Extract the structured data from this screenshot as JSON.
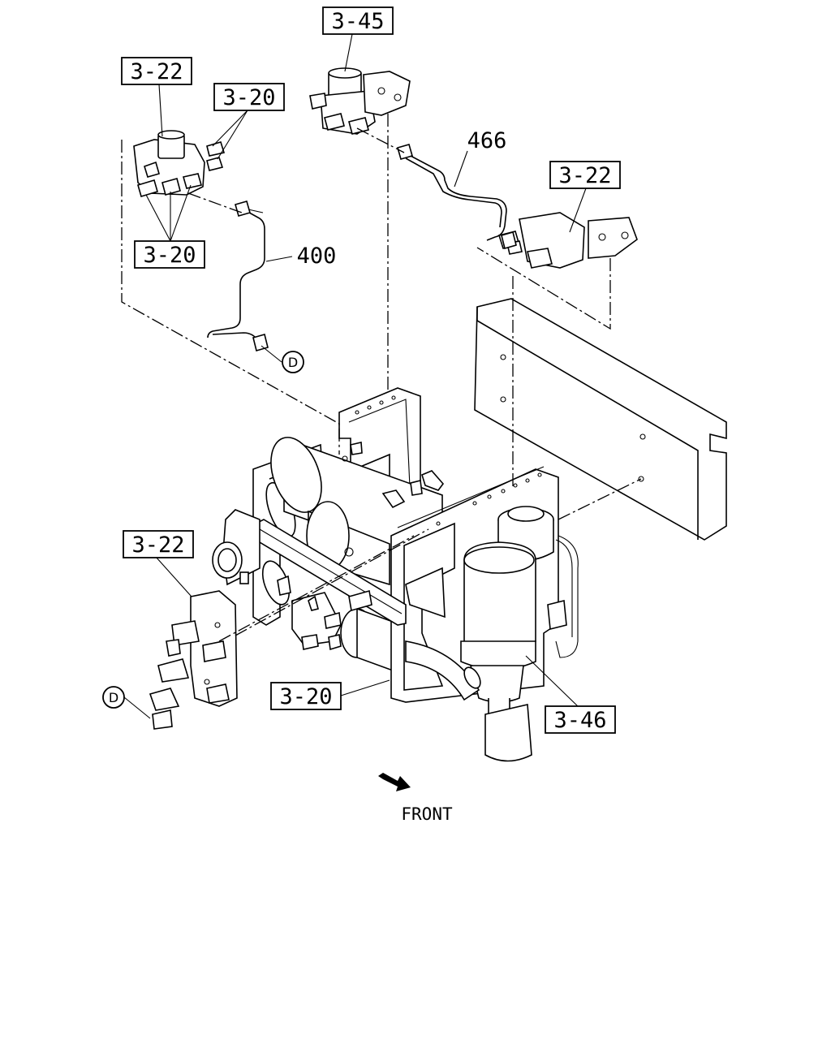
{
  "callouts": {
    "c345": "3-45",
    "c322_top": "3-22",
    "c320_top": "3-20",
    "c320_mid": "3-20",
    "c466": "466",
    "c322_right": "3-22",
    "c400": "400",
    "c322_left": "3-22",
    "c320_bottom": "3-20",
    "c346": "3-46"
  },
  "connectors": {
    "d_top": "D",
    "d_bottom": "D"
  },
  "front_label": "FRONT",
  "icons": {
    "front_arrow": "front-direction-arrow"
  }
}
